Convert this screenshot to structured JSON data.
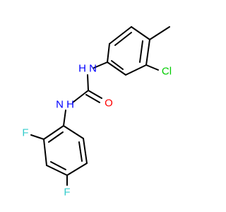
{
  "atoms": {
    "nh_top": {
      "label": "H N",
      "color": "#0000ff"
    },
    "nh_bottom": {
      "label": "N H",
      "color": "#0000ff"
    },
    "o": {
      "label": "O",
      "color": "#ff0000"
    },
    "cl": {
      "label": "Cl",
      "color": "#00cc00"
    },
    "f_top": {
      "label": "F",
      "color": "#33cccc"
    },
    "f_bottom": {
      "label": "F",
      "color": "#33cccc"
    }
  }
}
